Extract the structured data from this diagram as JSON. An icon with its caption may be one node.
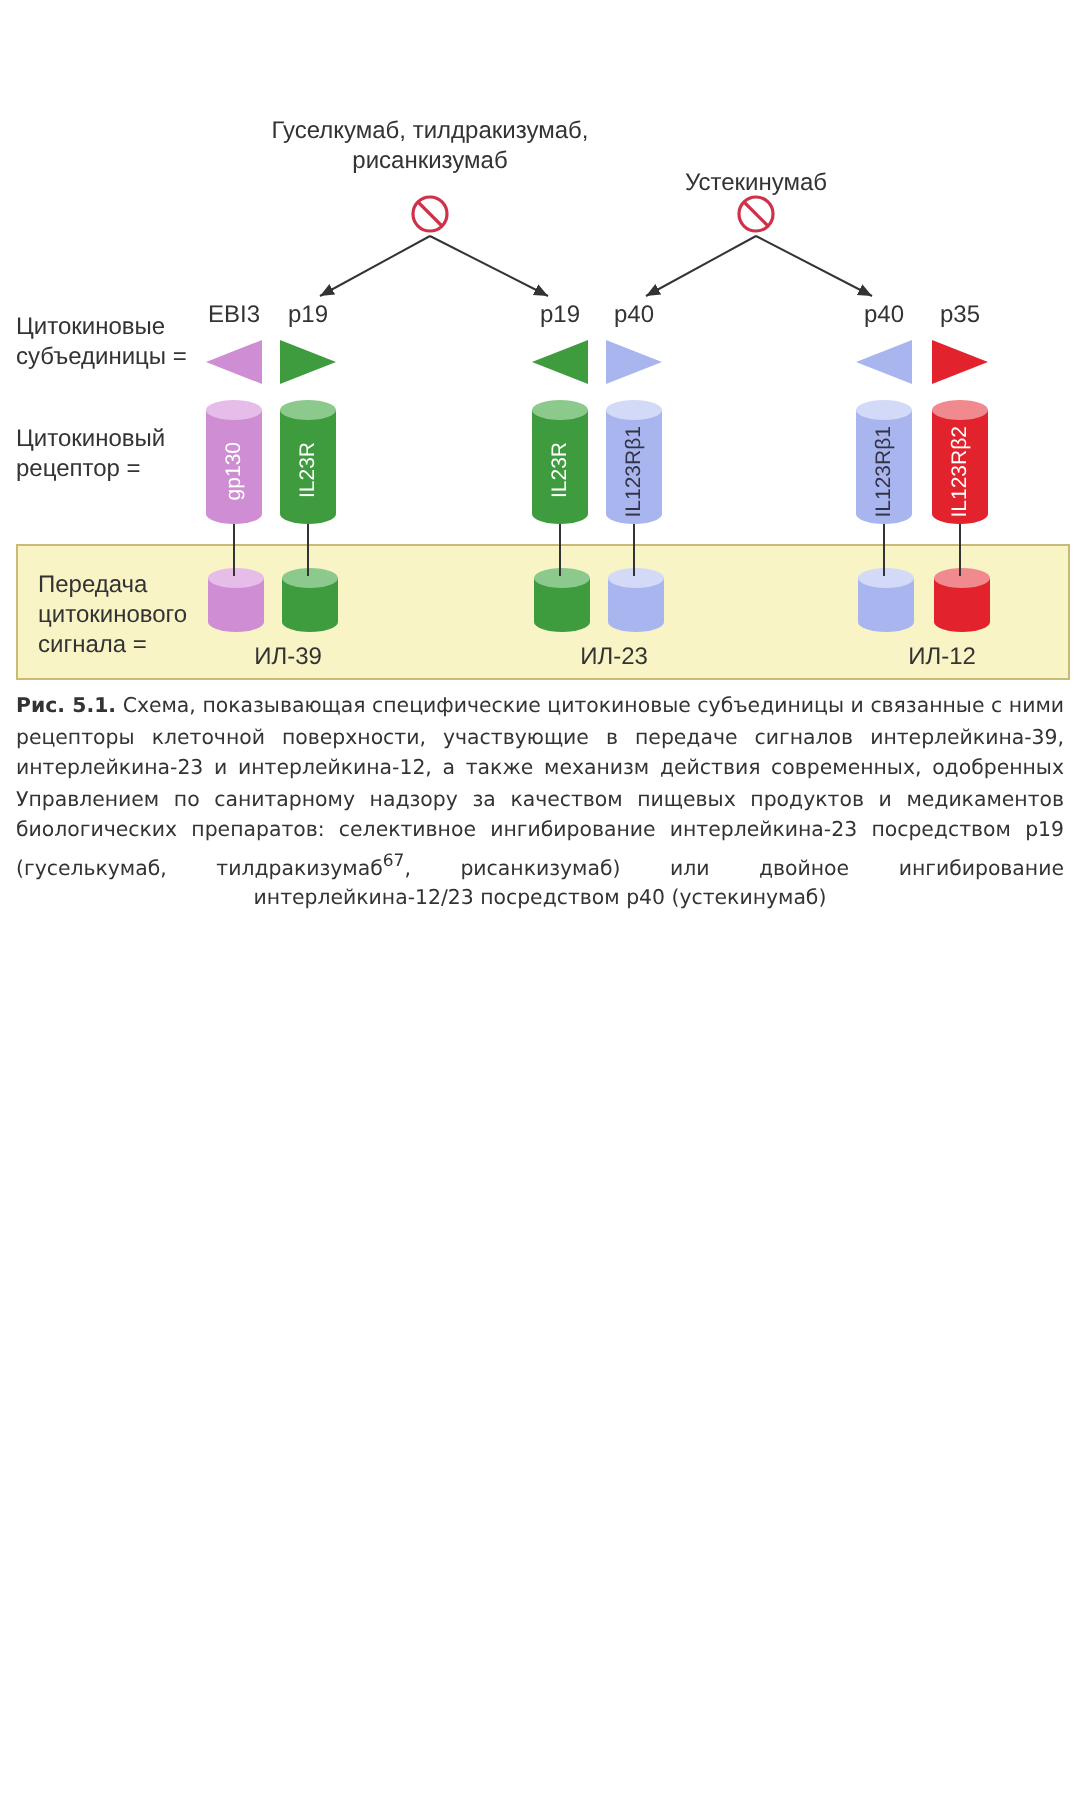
{
  "diagram": {
    "caption": "**Рис. 5.1.** Схема, показывающая специфические цитокиновые субъединицы и связанные с ними рецепторы клеточной поверхности, участвующие в передаче сигналов интерлейкина-39, интерлейкина-23 и интерлейкина-12, а также механизм действия современных, одобренных Управлением по санитарному надзору за качеством пищевых продуктов и медикаментов биологических препаратов: селективное ингибирование интерлейкина-23 посредством p19 (гуселькумаб, тилдракизумаб$^{67}$, рисанкизумаб) или двойное ингибирование интерлейкина-12/23 посредством p40 (устекинумаб)",
    "nodes": [
      {
        "text": [
          "Гуселкумаб, тилдракизумаб, рисанкизумаб"
        ]
      },
      {
        "text": [
          "Устекинумаб"
        ]
      },
      {
        "text": [
          "EBI3"
        ]
      },
      {
        "text": [
          "p19"
        ]
      },
      {
        "text": [
          "p19"
        ]
      },
      {
        "text": [
          "p40"
        ]
      },
      {
        "text": [
          "p40"
        ]
      },
      {
        "text": [
          "p35"
        ]
      },
      {
        "text": [
          "gp130"
        ]
      },
      {
        "text": [
          "IL23R"
        ]
      },
      {
        "text": [
          "IL23R"
        ]
      },
      {
        "text": [
          "IL123Rβ1"
        ]
      },
      {
        "text": [
          "IL123Rβ1"
        ]
      },
      {
        "text": [
          "IL123Rβ2"
        ]
      },
      {
        "text": [
          "Передача цитокинового сигнала =",
          "ИЛ-39",
          "ИЛ-23",
          "ИЛ-12"
        ]
      },
      {
        "text": [],
        "shape": "cylinder",
        "in": 14
      },
      {
        "text": [],
        "shape": "cylinder",
        "in": 14
      },
      {
        "text": [],
        "shape": "cylinder",
        "in": 14
      },
      {
        "text": [],
        "shape": "cylinder",
        "in": 14
      },
      {
        "text": [],
        "shape": "cylinder",
        "in": 14
      },
      {
        "text": [],
        "shape": "cylinder",
        "in": 14
      }
    ],
    "edges": [
      {
        "from": 0,
        "to": 3,
        "arrow": "to"
      },
      {
        "from": 0,
        "to": 4,
        "arrow": "to"
      },
      {
        "from": 1,
        "to": 5,
        "arrow": "to"
      },
      {
        "from": 1,
        "to": 6,
        "arrow": "to"
      },
      {
        "from": 8,
        "to": 15,
        "arrow": "none"
      },
      {
        "from": 9,
        "to": 16,
        "arrow": "none"
      },
      {
        "from": 10,
        "to": 17,
        "arrow": "none"
      },
      {
        "from": 11,
        "to": 18,
        "arrow": "none"
      },
      {
        "from": 12,
        "to": 19,
        "arrow": "none"
      },
      {
        "from": 13,
        "to": 20,
        "arrow": "none"
      }
    ],
    "labels": [
      "Цитокиновые субъединицы =",
      "Цитокиновый рецептор ="
    ]
  }
}
